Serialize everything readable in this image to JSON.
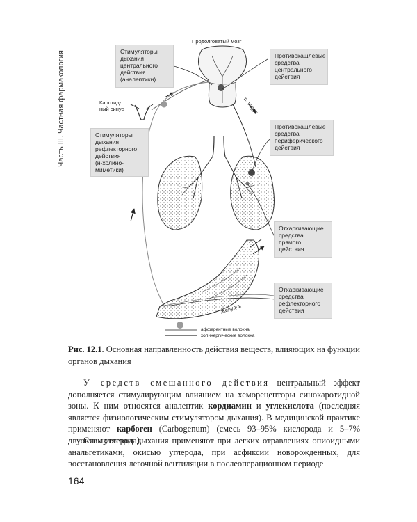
{
  "running_header": "Часть III. Частная фармакология",
  "figure": {
    "labels": {
      "medulla": "Продолговатый мозг",
      "carotid_sinus": "Каротид-\nный синус",
      "vagus": "n. vagus",
      "stomach": "Желудок"
    },
    "boxes": {
      "central_stimulants": "Стимуляторы\nдыхания\nцентрального\nдействия\n(аналептики)",
      "reflex_stimulants": "Стимуляторы\nдыхания\nрефлекторного\nдействия\n(н-холино-\nмиметики)",
      "central_antitussives": "Противокашлевые\nсредства\nцентрального\nдействия",
      "peripheral_antitussives": "Противокашлевые\nсредства\nпериферического\nдействия",
      "direct_expectorants": "Отхаркивающие\nсредства\nпрямого\nдействия",
      "reflex_expectorants": "Отхаркивающие\nсредства\nрефлекторного\nдействия"
    },
    "legend": {
      "afferent": "афферентные волокна",
      "cholinergic": "холинергические волокна"
    }
  },
  "caption": {
    "label": "Рис. 12.1",
    "text": ". Основная направленность действия веществ, влияющих на функции органов дыхания"
  },
  "paragraph1": {
    "spaced": "У средств смешанного действия",
    "t1": " центральный эффект дополняется стимулирующим влиянием на хеморецепторы синокаротидной зоны. К ним относятся аналептик ",
    "b1": "кордиамин",
    "t2": " и ",
    "b2": "углекислота",
    "t3": " (последняя является физиологическим стимулятором дыхания). В медицинской практике применяют ",
    "b3": "карбоген",
    "t4": " (Carbogenum) (смесь 93–95% кислорода и 5–7% двуокиси углерода)."
  },
  "paragraph2": {
    "t1": "Стимуляторы дыхания применяют при легких отравлениях опиоидными анальгетиками, окисью углерода, при асфиксии новорожденных, для восстановления легочной вентиляции в послеоперационном периоде"
  },
  "page_number": "164"
}
